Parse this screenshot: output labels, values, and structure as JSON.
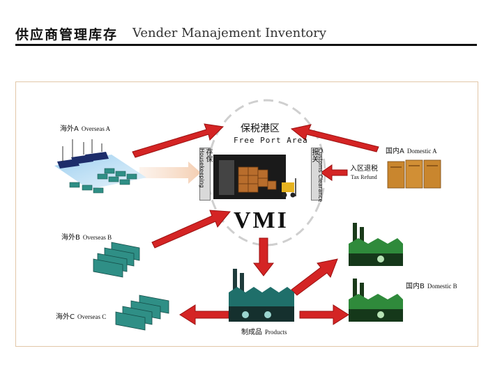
{
  "header": {
    "title_cn": "供应商管理库存",
    "title_en": "Vender Manajement Inventory"
  },
  "center": {
    "area_cn": "保税港区",
    "area_en": "Free Port Area",
    "vmi": "VMI",
    "left_tag_cn": "存保",
    "left_tag_en": "Housekeeping",
    "right_tag_cn": "报关",
    "right_tag_en": "Customs Clearance"
  },
  "nodes": {
    "overseas_a": {
      "cn": "海外A",
      "en": "Overseas A"
    },
    "overseas_b": {
      "cn": "海外B",
      "en": "Overseas B"
    },
    "overseas_c": {
      "cn": "海外C",
      "en": "Overseas C"
    },
    "domestic_a": {
      "cn": "国内A",
      "en": "Domestic A"
    },
    "domestic_b": {
      "cn": "国内B",
      "en": "Domestic B"
    },
    "products": {
      "cn": "制成品",
      "en": "Products"
    },
    "tax_refund": {
      "cn": "入区退税",
      "en": "Tax Refund"
    }
  },
  "colors": {
    "arrow": "#d42424",
    "ring": "#cfcfcf",
    "factory": "#2f8a3b",
    "container": "#2f8f86",
    "crate": "#c9862e"
  }
}
